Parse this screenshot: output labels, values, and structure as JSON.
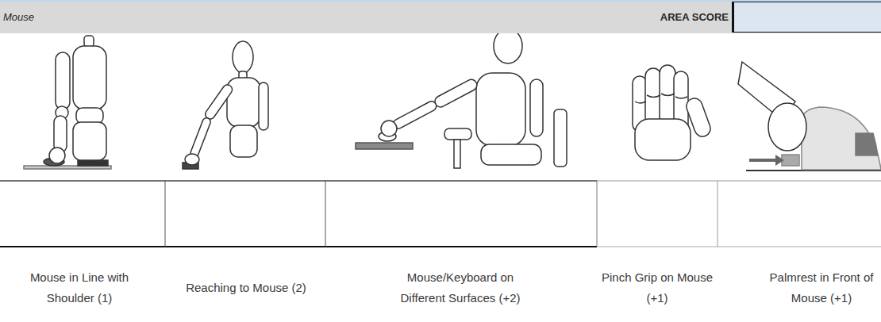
{
  "diagram": {
    "nodes": [
      {
        "text": [
          "Mouse",
          "AREA SCORE"
        ]
      }
    ],
    "labels": [
      "Mouse in Line with Shoulder (1)",
      "Reaching to Mouse (2)",
      "Mouse/Keyboard on Different Surfaces (+2)",
      "Pinch Grip on Mouse (+1)",
      "Palmrest in Front of Mouse (+1)"
    ]
  }
}
